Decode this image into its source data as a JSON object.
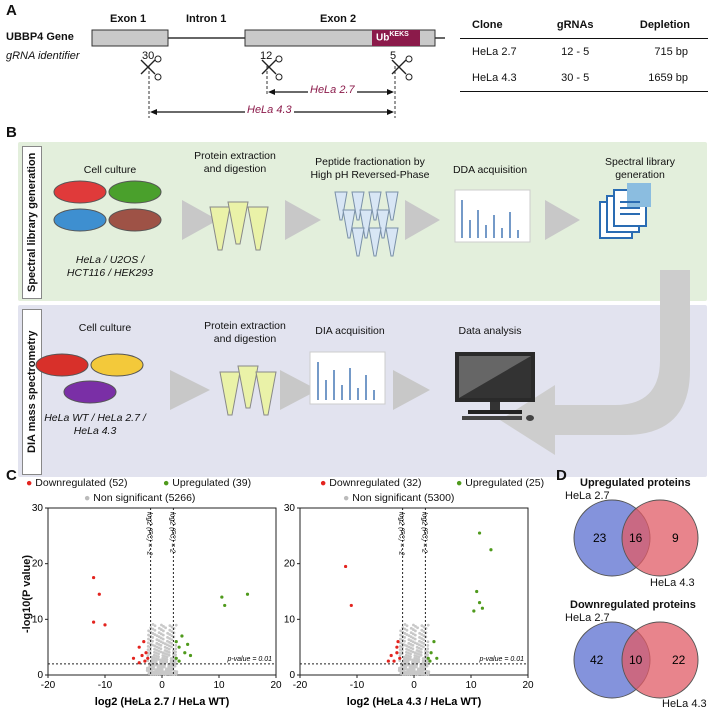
{
  "panels": {
    "a": "A",
    "b": "B",
    "c": "C",
    "d": "D"
  },
  "gene": {
    "name": "UBBP4 Gene",
    "identifier_label": "gRNA identifier",
    "exon1": "Exon 1",
    "intron1": "Intron 1",
    "exon2": "Exon 2",
    "ub_prefix": "Ub",
    "ub_super": "KEKS",
    "cut_30": "30",
    "cut_12": "12",
    "cut_5": "5",
    "span_27": "HeLa 2.7",
    "span_43": "HeLa 4.3",
    "accent": "#8b1a4a"
  },
  "table": {
    "headers": [
      "Clone",
      "gRNAs",
      "Depletion"
    ],
    "rows": [
      [
        "HeLa 2.7",
        "12 - 5",
        "715 bp"
      ],
      [
        "HeLa 4.3",
        "30 - 5",
        "1659 bp"
      ]
    ]
  },
  "workflow": {
    "library_label": "Spectral library generation",
    "dia_label": "DIA mass spectrometry",
    "library_bg": "#e3efdc",
    "dia_bg": "#e2e3ef",
    "lib_steps": [
      "Cell culture",
      "Protein extraction\nand digestion",
      "Peptide fractionation by\nHigh pH Reversed-Phase",
      "DDA acquisition",
      "Spectral library\ngeneration"
    ],
    "lib_cells": "HeLa / U2OS /\nHCT116 / HEK293",
    "dia_steps": [
      "Cell culture",
      "Protein extraction\nand digestion",
      "DIA acquisition",
      "Data analysis"
    ],
    "dia_cells": "HeLa WT / HeLa 2.7 /\nHeLa 4.3"
  },
  "volcano": {
    "ylabel": "-log10(P value)",
    "pval_label": "p-value = 0.01",
    "fc_neg": "log2 (FC) = -2",
    "fc_pos": "log2 (FC) = 2",
    "legend_down": "Downregulated",
    "legend_up": "Upregulated",
    "legend_ns": "Non significant",
    "colors": {
      "down": "#e3241f",
      "up": "#4f9a1c",
      "ns": "#c8c8c8"
    }
  },
  "chart_data": [
    {
      "type": "scatter",
      "xlabel": "log2 (HeLa 2.7 / HeLa WT)",
      "ylabel": "-log10(P value)",
      "xlim": [
        -20,
        20
      ],
      "ylim": [
        0,
        30
      ],
      "xticks": [
        -20,
        -10,
        0,
        10,
        20
      ],
      "yticks": [
        0,
        10,
        20,
        30
      ],
      "counts": {
        "down": 52,
        "up": 39,
        "ns": 5266
      },
      "series": [
        {
          "name": "Downregulated",
          "values": [
            [
              -12,
              17.5
            ],
            [
              -11,
              14.5
            ],
            [
              -12,
              9.5
            ],
            [
              -10,
              9
            ],
            [
              -4,
              5
            ],
            [
              -3.5,
              3.5
            ],
            [
              -5,
              3
            ],
            [
              -3,
              2.5
            ],
            [
              -4,
              2.2
            ],
            [
              -2.8,
              4
            ],
            [
              -3.2,
              6
            ],
            [
              -2.5,
              3
            ]
          ]
        },
        {
          "name": "Upregulated",
          "values": [
            [
              10.5,
              14
            ],
            [
              11,
              12.5
            ],
            [
              15,
              14.5
            ],
            [
              3,
              5
            ],
            [
              4,
              4
            ],
            [
              3.5,
              7
            ],
            [
              2.5,
              3
            ],
            [
              5,
              3.5
            ],
            [
              4.5,
              5.5
            ],
            [
              3,
              2.5
            ],
            [
              2.5,
              6
            ]
          ]
        }
      ]
    },
    {
      "type": "scatter",
      "xlabel": "log2 (HeLa 4.3 / HeLa WT)",
      "ylabel": "",
      "xlim": [
        -20,
        20
      ],
      "ylim": [
        0,
        30
      ],
      "xticks": [
        -20,
        -10,
        0,
        10,
        20
      ],
      "yticks": [
        0,
        10,
        20,
        30
      ],
      "counts": {
        "down": 32,
        "up": 25,
        "ns": 5300
      },
      "series": [
        {
          "name": "Downregulated",
          "values": [
            [
              -12,
              19.5
            ],
            [
              -11,
              12.5
            ],
            [
              -3,
              5
            ],
            [
              -4,
              3.5
            ],
            [
              -2.5,
              3
            ],
            [
              -3.5,
              2.5
            ],
            [
              -2.8,
              6
            ],
            [
              -4.5,
              2.5
            ],
            [
              -3,
              4
            ]
          ]
        },
        {
          "name": "Upregulated",
          "values": [
            [
              11.5,
              25.5
            ],
            [
              13.5,
              22.5
            ],
            [
              11,
              15
            ],
            [
              11.5,
              13
            ],
            [
              10.5,
              11.5
            ],
            [
              12,
              12
            ],
            [
              3,
              4
            ],
            [
              2.5,
              3
            ],
            [
              4,
              3
            ],
            [
              3.5,
              6
            ],
            [
              2.8,
              2.5
            ]
          ]
        }
      ]
    }
  ],
  "venn": {
    "up_title": "Upregulated proteins",
    "down_title": "Downregulated proteins",
    "left": "HeLa 2.7",
    "right": "HeLa 4.3",
    "up": {
      "a": "23",
      "ab": "16",
      "b": "9"
    },
    "down": {
      "a": "42",
      "ab": "10",
      "b": "22"
    }
  }
}
